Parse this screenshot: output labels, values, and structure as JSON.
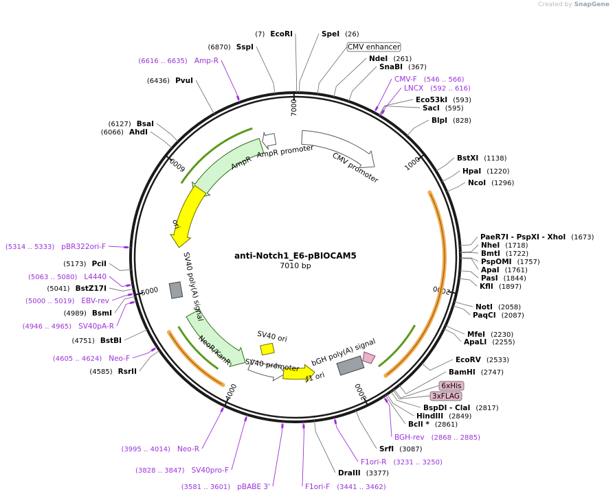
{
  "credit": {
    "created_by": "Created by",
    "brand": "SnapGene"
  },
  "plasmid": {
    "name": "anti-Notch1_E6-pBIOCAM5",
    "length_label": "7010 bp",
    "length": 7010
  },
  "colors": {
    "backbone": "#1a1a1a",
    "primer": "#9b30d9",
    "orange_feature": "#f2a33a",
    "green_arrow": "#5a9a1a",
    "gene_fill": "#d3f5cf",
    "ori_fill": "#ffff00",
    "grey_fill": "#9aa0a6",
    "promoter_fill": "#ffffff",
    "tag_fill": "#e6b6c8"
  },
  "ticks": [
    {
      "label": "1000",
      "pos": 1000
    },
    {
      "label": "2000",
      "pos": 2000
    },
    {
      "label": "3000",
      "pos": 3000
    },
    {
      "label": "4000",
      "pos": 4000
    },
    {
      "label": "5000",
      "pos": 5000
    },
    {
      "label": "6000",
      "pos": 6000
    },
    {
      "label": "7000",
      "pos": 7000
    }
  ],
  "sites": [
    {
      "name": "EcoRI",
      "pos_label": "(7)",
      "pos": 7,
      "side": "left"
    },
    {
      "name": "SpeI",
      "pos_label": "(26)",
      "pos": 26,
      "side": "right"
    },
    {
      "name": "NdeI",
      "pos_label": "(261)",
      "pos": 261,
      "side": "right"
    },
    {
      "name": "SnaBI",
      "pos_label": "(367)",
      "pos": 367,
      "side": "right"
    },
    {
      "name": "Eco53kI",
      "pos_label": "(593)",
      "pos": 593,
      "side": "right"
    },
    {
      "name": "SacI",
      "pos_label": "(595)",
      "pos": 595,
      "side": "right"
    },
    {
      "name": "BlpI",
      "pos_label": "(828)",
      "pos": 828,
      "side": "right"
    },
    {
      "name": "BstXI",
      "pos_label": "(1138)",
      "pos": 1138,
      "side": "right"
    },
    {
      "name": "HpaI",
      "pos_label": "(1220)",
      "pos": 1220,
      "side": "right"
    },
    {
      "name": "NcoI",
      "pos_label": "(1296)",
      "pos": 1296,
      "side": "right"
    },
    {
      "name": "PaeR7I - PspXI - XhoI",
      "pos_label": "(1673)",
      "pos": 1673,
      "side": "right"
    },
    {
      "name": "NheI",
      "pos_label": "(1718)",
      "pos": 1718,
      "side": "right"
    },
    {
      "name": "BmtI",
      "pos_label": "(1722)",
      "pos": 1722,
      "side": "right"
    },
    {
      "name": "PspOMI",
      "pos_label": "(1757)",
      "pos": 1757,
      "side": "right"
    },
    {
      "name": "ApaI",
      "pos_label": "(1761)",
      "pos": 1761,
      "side": "right"
    },
    {
      "name": "PasI",
      "pos_label": "(1844)",
      "pos": 1844,
      "side": "right"
    },
    {
      "name": "KflI",
      "pos_label": "(1897)",
      "pos": 1897,
      "side": "right"
    },
    {
      "name": "NotI",
      "pos_label": "(2058)",
      "pos": 2058,
      "side": "right"
    },
    {
      "name": "PaqCI",
      "pos_label": "(2087)",
      "pos": 2087,
      "side": "right"
    },
    {
      "name": "MfeI",
      "pos_label": "(2230)",
      "pos": 2230,
      "side": "right"
    },
    {
      "name": "ApaLI",
      "pos_label": "(2255)",
      "pos": 2255,
      "side": "right"
    },
    {
      "name": "EcoRV",
      "pos_label": "(2533)",
      "pos": 2533,
      "side": "right"
    },
    {
      "name": "BamHI",
      "pos_label": "(2747)",
      "pos": 2747,
      "side": "right"
    },
    {
      "name": "BspDI - ClaI",
      "pos_label": "(2817)",
      "pos": 2817,
      "side": "right"
    },
    {
      "name": "HindIII",
      "pos_label": "(2849)",
      "pos": 2849,
      "side": "right"
    },
    {
      "name": "BclI *",
      "pos_label": "(2861)",
      "pos": 2861,
      "side": "right"
    },
    {
      "name": "SrfI",
      "pos_label": "(3087)",
      "pos": 3087,
      "side": "right"
    },
    {
      "name": "DraIII",
      "pos_label": "(3377)",
      "pos": 3377,
      "side": "right"
    },
    {
      "name": "RsrII",
      "pos_label": "(4585)",
      "pos": 4585,
      "side": "left"
    },
    {
      "name": "BstBI",
      "pos_label": "(4751)",
      "pos": 4751,
      "side": "left"
    },
    {
      "name": "BsmI",
      "pos_label": "(4989)",
      "pos": 4989,
      "side": "left"
    },
    {
      "name": "BstZ17I",
      "pos_label": "(5041)",
      "pos": 5041,
      "side": "left"
    },
    {
      "name": "PciI",
      "pos_label": "(5173)",
      "pos": 5173,
      "side": "left"
    },
    {
      "name": "AhdI",
      "pos_label": "(6066)",
      "pos": 6066,
      "side": "left"
    },
    {
      "name": "BsaI",
      "pos_label": "(6127)",
      "pos": 6127,
      "side": "left"
    },
    {
      "name": "PvuI",
      "pos_label": "(6436)",
      "pos": 6436,
      "side": "left"
    },
    {
      "name": "SspI",
      "pos_label": "(6870)",
      "pos": 6870,
      "side": "left"
    }
  ],
  "primers": [
    {
      "name": "CMV-F",
      "range_label": "(546 .. 566)",
      "pos": 556,
      "side": "right"
    },
    {
      "name": "LNCX",
      "range_label": "(592 .. 616)",
      "pos": 604,
      "side": "right"
    },
    {
      "name": "BGH-rev",
      "range_label": "(2868 .. 2885)",
      "pos": 2876,
      "side": "right"
    },
    {
      "name": "F1ori-R",
      "range_label": "(3231 .. 3250)",
      "pos": 3240,
      "side": "right"
    },
    {
      "name": "F1ori-F",
      "range_label": "(3441 .. 3462)",
      "pos": 3451,
      "side": "right"
    },
    {
      "name": "pBABE 3'",
      "range_label": "(3581 .. 3601)",
      "pos": 3591,
      "side": "left"
    },
    {
      "name": "SV40pro-F",
      "range_label": "(3828 .. 3847)",
      "pos": 3837,
      "side": "left"
    },
    {
      "name": "Neo-R",
      "range_label": "(3995 .. 4014)",
      "pos": 4004,
      "side": "left"
    },
    {
      "name": "Neo-F",
      "range_label": "(4605 .. 4624)",
      "pos": 4614,
      "side": "left"
    },
    {
      "name": "SV40pA-R",
      "range_label": "(4946 .. 4965)",
      "pos": 4955,
      "side": "left"
    },
    {
      "name": "EBV-rev",
      "range_label": "(5000 .. 5019)",
      "pos": 5009,
      "side": "left"
    },
    {
      "name": "L4440",
      "range_label": "(5063 .. 5080)",
      "pos": 5071,
      "side": "left"
    },
    {
      "name": "pBR322ori-F",
      "range_label": "(5314 .. 5333)",
      "pos": 5323,
      "side": "left"
    },
    {
      "name": "Amp-R",
      "range_label": "(6616 .. 6635)",
      "pos": 6625,
      "side": "left"
    }
  ],
  "boxed_labels": [
    {
      "name": "CMV enhancer",
      "pos": 150
    },
    {
      "name": "6xHis",
      "pos": 2790
    },
    {
      "name": "3xFLAG",
      "pos": 2800
    }
  ],
  "features": [
    {
      "name": "CMV promoter",
      "type": "promoter"
    },
    {
      "name": "AmpR promoter",
      "type": "promoter"
    },
    {
      "name": "AmpR",
      "type": "gene"
    },
    {
      "name": "ori",
      "type": "origin"
    },
    {
      "name": "SV40 poly(A) signal",
      "type": "polyA"
    },
    {
      "name": "NeoR/KanR",
      "type": "gene"
    },
    {
      "name": "SV40 ori",
      "type": "origin"
    },
    {
      "name": "SV40 promoter",
      "type": "promoter"
    },
    {
      "name": "f1 ori",
      "type": "origin"
    },
    {
      "name": "bGH poly(A) signal",
      "type": "polyA"
    }
  ]
}
